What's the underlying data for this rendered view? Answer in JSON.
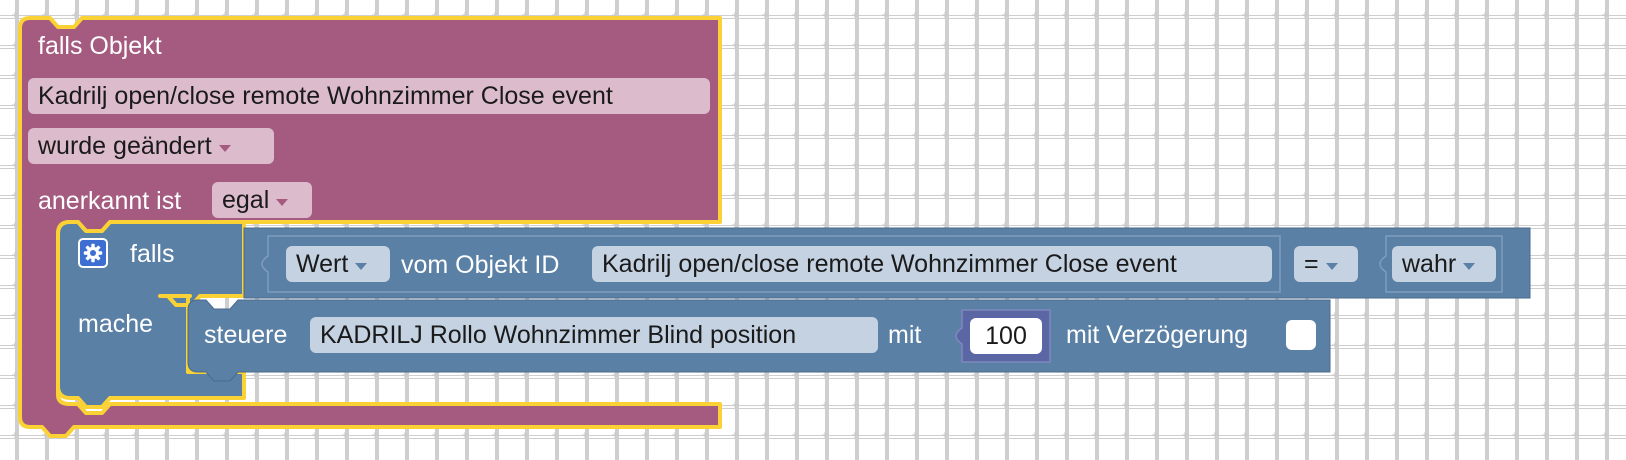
{
  "trigger_block": {
    "header_label": "falls Objekt",
    "object_name": "Kadrilj open/close remote Wohnzimmer Close event",
    "event_dropdown": "wurde geändert",
    "ack_label": "anerkannt ist",
    "ack_dropdown": "egal"
  },
  "if_block": {
    "if_label": "falls",
    "do_label": "mache",
    "gear_icon": "gear-icon"
  },
  "condition": {
    "value_dropdown": "Wert",
    "from_label": "vom Objekt ID",
    "object_name": "Kadrilj open/close remote Wohnzimmer Close event",
    "operator_dropdown": "=",
    "bool_dropdown": "wahr"
  },
  "control_block": {
    "control_label": "steuere",
    "object_name": "KADRILJ Rollo Wohnzimmer Blind position",
    "with_label": "mit",
    "number_value": "100",
    "delay_label": "mit Verzögerung"
  },
  "colors": {
    "trigger": "#a55b80",
    "logic": "#5b80a5",
    "math": "#5b67a5",
    "selection": "#fc3"
  }
}
